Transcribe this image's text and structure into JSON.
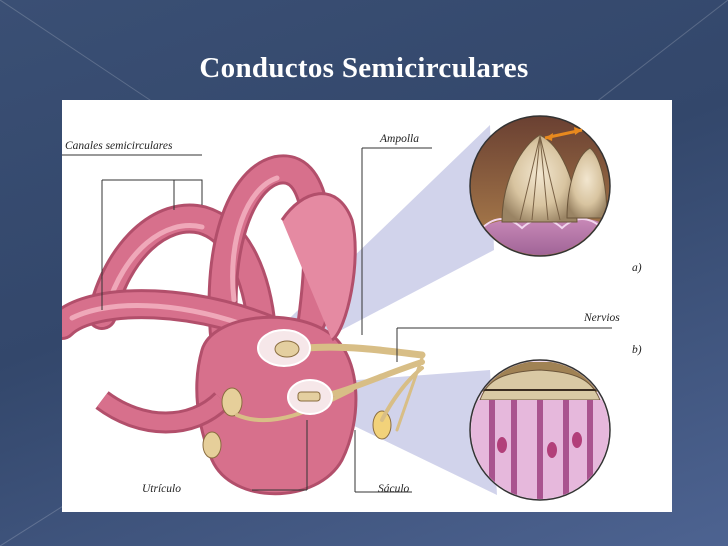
{
  "slide": {
    "title": "Conductos Semicirculares"
  },
  "diagram": {
    "labels": {
      "canales": "Canales semicirculares",
      "ampolla": "Ampolla",
      "nervios": "Nervios",
      "utriculo": "Utrículo",
      "saculo": "Sáculo",
      "a": "a)",
      "b": "b)"
    },
    "colors": {
      "canal_fill": "#d7708c",
      "canal_dark": "#b24f6b",
      "canal_light": "#efa8b9",
      "nerve": "#e8d29a",
      "magnifier": "#c9cbe8",
      "slide_bg": "#3a4f74"
    }
  }
}
